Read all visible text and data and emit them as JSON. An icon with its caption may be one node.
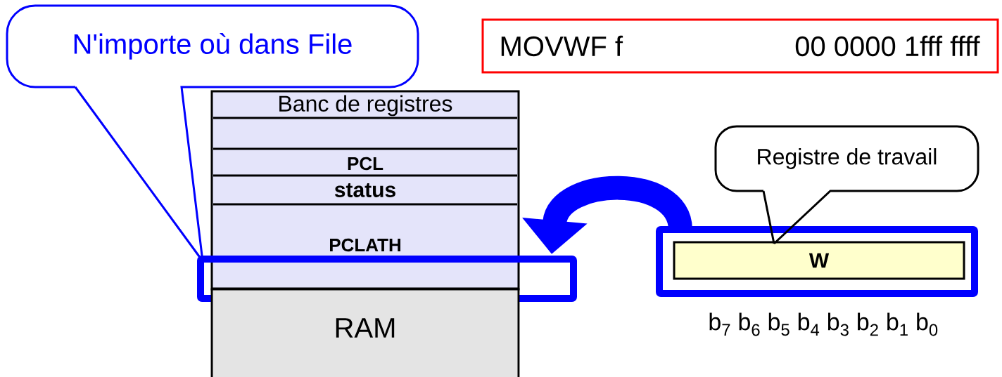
{
  "diagram": {
    "nodes": [
      {
        "text": [
          "MOVWF f",
          "00 0000 1fff ffff"
        ]
      },
      {
        "text": [
          "N'importe où dans File"
        ]
      },
      {
        "text": [
          "Banc de registres"
        ]
      },
      {
        "text": [
          "PCL"
        ]
      },
      {
        "text": [
          "status"
        ]
      },
      {
        "text": [
          "PCLATH"
        ]
      },
      {
        "text": [],
        "shape": "box"
      },
      {
        "text": [
          "RAM"
        ]
      },
      {
        "text": [],
        "shape": "box"
      },
      {
        "text": [
          "W"
        ],
        "in": 8
      },
      {
        "text": [
          "Registre de travail"
        ]
      }
    ],
    "edges": [
      {
        "from": 1,
        "to": 6,
        "arrow": "none",
        "color": "#0000ff"
      },
      {
        "from": 8,
        "to": 6,
        "arrow": "to",
        "style": "thick",
        "color": "#0000ff"
      },
      {
        "from": 10,
        "to": 9,
        "arrow": "none",
        "color": "#000000"
      }
    ],
    "labels": [
      "b$_{7}$ b$_{6}$ b$_{5}$ b$_{4}$ b$_{3}$ b$_{2}$ b$_{1}$ b$_{0}$"
    ]
  }
}
